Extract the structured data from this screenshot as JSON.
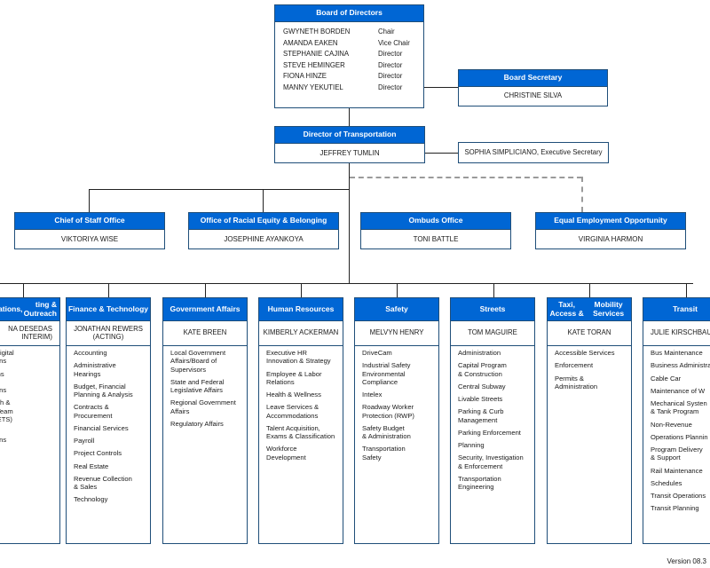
{
  "board": {
    "title": "Board of Directors",
    "members": [
      {
        "name": "GWYNETH BORDEN",
        "role": "Chair"
      },
      {
        "name": "AMANDA EAKEN",
        "role": "Vice Chair"
      },
      {
        "name": "STEPHANIE CAJINA",
        "role": "Director"
      },
      {
        "name": "STEVE HEMINGER",
        "role": "Director"
      },
      {
        "name": "FIONA HINZE",
        "role": "Director"
      },
      {
        "name": "MANNY YEKUTIEL",
        "role": "Director"
      }
    ]
  },
  "board_secretary": {
    "title": "Board Secretary",
    "name": "CHRISTINE SILVA"
  },
  "director": {
    "title": "Director of Transportation",
    "name": "JEFFREY TUMLIN"
  },
  "executive_secretary": "SOPHIA SIMPLICIANO, Executive Secretary",
  "offices": [
    {
      "title": "Chief of Staff Office",
      "name": "VIKTORIYA WISE"
    },
    {
      "title": "Office of Racial Equity & Belonging",
      "name": "JOSEPHINE AYANKOYA"
    },
    {
      "title": "Ombuds Office",
      "name": "TONI BATTLE"
    },
    {
      "title": "Equal Employment Opportunity",
      "name": "VIRGINIA HARMON"
    }
  ],
  "divisions": [
    {
      "title": "Communications, Marketing & Outreach",
      "title_lines": [
        "munications,",
        "ting & Outreach"
      ],
      "lead_lines": [
        "NA DESEDAS",
        "INTERIM)"
      ],
      "items": [
        "ting & Digital\nunications",
        "Relations\ntomer\nunications",
        "Outreach &\nement Team\ngy (POETS)",
        "gic\nunications"
      ]
    },
    {
      "title": "Finance & Technology",
      "title_lines": [
        "Finance & Technology"
      ],
      "lead_lines": [
        "JONATHAN REWERS",
        "(ACTING)"
      ],
      "items": [
        "Accounting",
        "Administrative\nHearings",
        "Budget, Financial\nPlanning & Analysis",
        "Contracts &\nProcurement",
        "Financial Services",
        "Payroll",
        "Project Controls",
        "Real Estate",
        "Revenue Collection\n& Sales",
        "Technology"
      ]
    },
    {
      "title": "Government Affairs",
      "title_lines": [
        "Government Affairs"
      ],
      "lead_lines": [
        "KATE BREEN"
      ],
      "items": [
        "Local Government\nAffairs/Board of\nSupervisors",
        "State and Federal\nLegislative Affairs",
        "Regional Government\nAffairs",
        "Regulatory Affairs"
      ]
    },
    {
      "title": "Human Resources",
      "title_lines": [
        "Human Resources"
      ],
      "lead_lines": [
        "KIMBERLY ACKERMAN"
      ],
      "items": [
        "Executive HR\nInnovation & Strategy",
        "Employee & Labor\nRelations",
        "Health & Wellness",
        "Leave Services &\nAccommodations",
        "Talent Acquisition,\nExams & Classification",
        "Workforce\nDevelopment"
      ]
    },
    {
      "title": "Safety",
      "title_lines": [
        "Safety"
      ],
      "lead_lines": [
        "MELVYN HENRY"
      ],
      "items": [
        "DriveCam",
        "Industrial Safety\nEnvironmental\nCompliance",
        "Intelex",
        "Roadway Worker\nProtection (RWP)",
        "Safety Budget\n& Administration",
        "Transportation\nSafety"
      ]
    },
    {
      "title": "Streets",
      "title_lines": [
        "Streets"
      ],
      "lead_lines": [
        "TOM MAGUIRE"
      ],
      "items": [
        "Administration",
        "Capital Program\n& Construction",
        "Central Subway",
        "Livable Streets",
        "Parking & Curb\nManagement",
        "Parking Enforcement",
        "Planning",
        "Security, Investigation\n& Enforcement",
        "Transportation\nEngineering"
      ]
    },
    {
      "title": "Taxi, Access & Mobility Services",
      "title_lines": [
        "Taxi, Access &",
        "Mobility Services"
      ],
      "lead_lines": [
        "KATE TORAN"
      ],
      "items": [
        "Accessible Services",
        "Enforcement",
        "Permits &\nAdministration"
      ]
    },
    {
      "title": "Transit",
      "title_lines": [
        "Transit"
      ],
      "lead_lines": [
        "JULIE KIRSCHBAU"
      ],
      "items": [
        "Bus Maintenance",
        "Business Administra",
        "Cable Car",
        "Maintenance of W",
        "Mechanical Systen\n& Tank Program",
        "Non-Revenue",
        "Operations Plannin",
        "Program Delivery\n& Support",
        "Rail Maintenance",
        "Schedules",
        "Transit Operations",
        "Transit Planning"
      ]
    }
  ],
  "version": "Version 08.3"
}
